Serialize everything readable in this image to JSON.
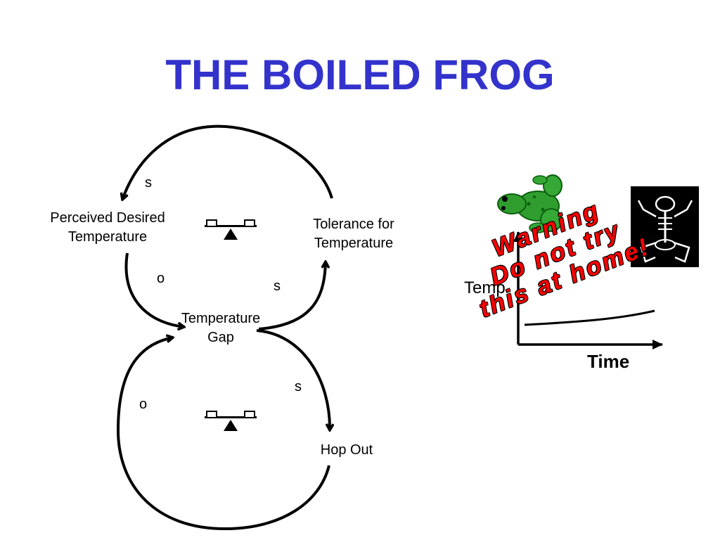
{
  "slide": {
    "title": "THE BOILED FROG"
  },
  "diagram": {
    "nodes": {
      "perceived_desired": [
        "Perceived Desired",
        "Temperature"
      ],
      "tolerance": [
        "Tolerance for",
        "Temperature"
      ],
      "temperature_gap": [
        "Temperature",
        "Gap"
      ],
      "hop_out": "Hop Out"
    },
    "polarities": {
      "tolerance_to_perceived": "s",
      "perceived_to_gap": "o",
      "gap_to_tolerance": "s",
      "gap_to_hop_out": "s",
      "hop_out_to_gap": "o"
    },
    "loop_icons": [
      "balance-scale-icon",
      "balance-scale-icon"
    ]
  },
  "graph": {
    "ylabel": "Temp",
    "xlabel": "Time"
  },
  "warning": {
    "lines": [
      "Warning",
      "Do not try",
      "this at home!"
    ]
  },
  "images": {
    "live_frog": "green-frog-icon",
    "skeleton_frog": "frog-skeleton-icon"
  },
  "colors": {
    "title": "#3333cc",
    "warning": "#ff0000",
    "frog": "#2f9e2f"
  }
}
